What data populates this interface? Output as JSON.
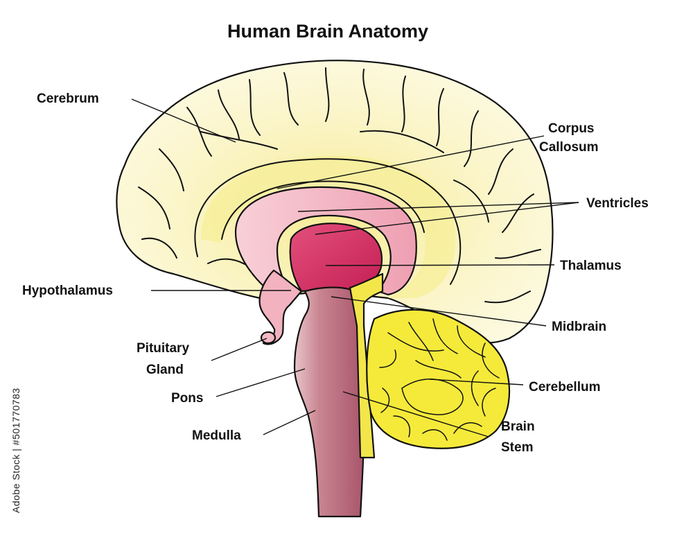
{
  "title": "Human Brain Anatomy",
  "labels": {
    "cerebrum": "Cerebrum",
    "corpus_callosum_1": "Corpus",
    "corpus_callosum_2": "Callosum",
    "ventricles": "Ventricles",
    "thalamus": "Thalamus",
    "hypothalamus": "Hypothalamus",
    "midbrain": "Midbrain",
    "pituitary_1": "Pituitary",
    "pituitary_2": "Gland",
    "cerebellum": "Cerebellum",
    "pons": "Pons",
    "brain_stem_1": "Brain",
    "brain_stem_2": "Stem",
    "medulla": "Medulla"
  },
  "side_text": "Adobe Stock | #501770783",
  "colors": {
    "cerebrum_fill": "#fbf6cf",
    "cerebrum_inner": "#f8ef9e",
    "ventricle_pink": "#f3b7c3",
    "thalamus_magenta": "#d62c64",
    "brainstem_mauve": "#b86a79",
    "cerebellum_yellow": "#f5ea3a",
    "outline": "#111111"
  }
}
